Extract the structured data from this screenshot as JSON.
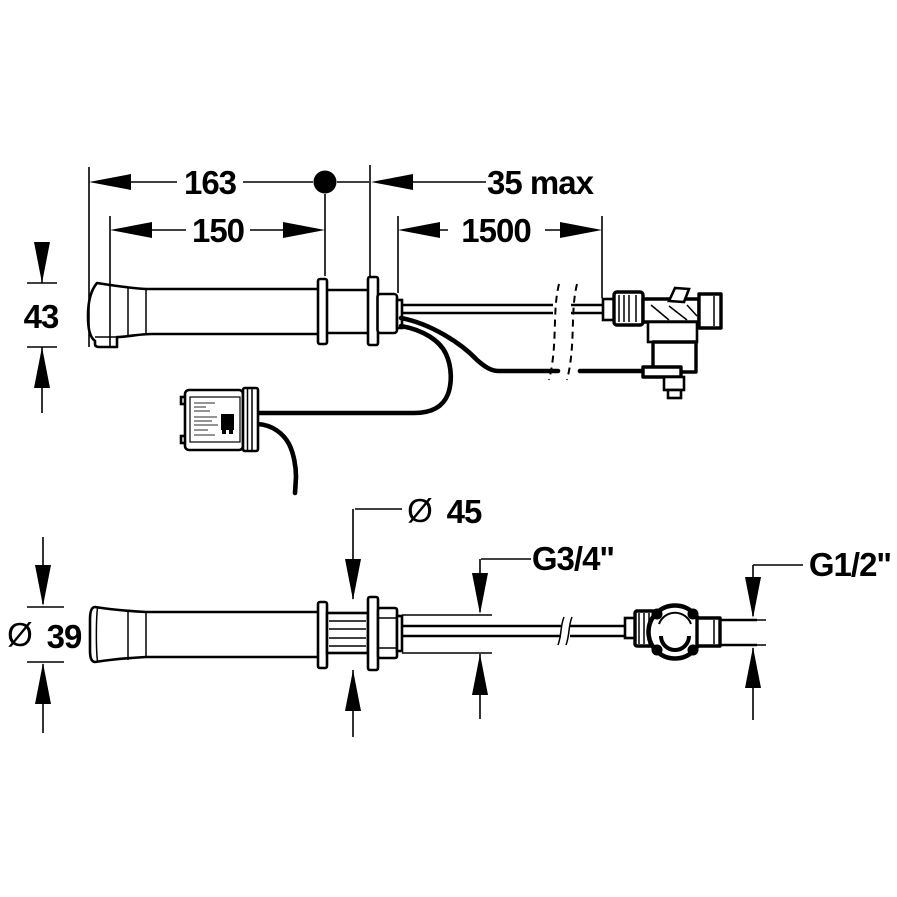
{
  "meta": {
    "description": "Technical dimension drawing of a wall-mounted electronic sensor faucet with solenoid valve and control box, side view (top) and plan view (bottom)",
    "colors": {
      "ink": "#000000",
      "paper": "#ffffff"
    }
  },
  "top_view": {
    "dim_overall_length": "163",
    "dim_projection": "150",
    "dim_wall_thickness": "35 max",
    "dim_hose_length": "1500",
    "dim_spout_height": "43"
  },
  "bottom_view": {
    "dia_symbol_flange": "Ø",
    "dim_flange_diameter": "45",
    "thread_body": "G3/4\"",
    "thread_supply": "G1/2\"",
    "dia_symbol_spout": "Ø",
    "dim_spout_diameter": "39"
  }
}
